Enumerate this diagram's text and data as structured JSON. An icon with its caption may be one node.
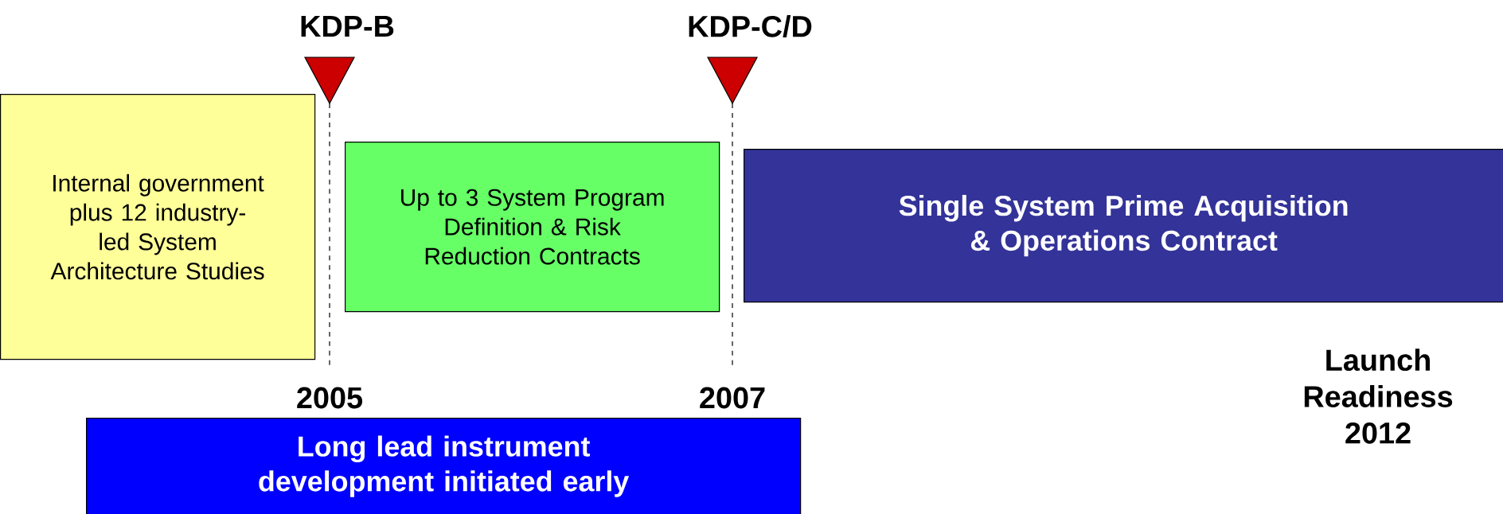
{
  "diagram": {
    "nodes": [
      {
        "text": [
          "Internal government plus 12 industry-led System Architecture Studies"
        ]
      },
      {
        "text": [
          "Up to 3 System Program Definition & Risk Reduction Contracts"
        ]
      },
      {
        "text": [
          "Single System Prime Acquisition & Operations Contract"
        ]
      },
      {
        "text": [
          "Long lead instrument development initiated early"
        ]
      }
    ],
    "labels": [
      "KDP-B",
      "KDP-C/D",
      "2005",
      "2007",
      "Launch Readiness 2012"
    ]
  }
}
